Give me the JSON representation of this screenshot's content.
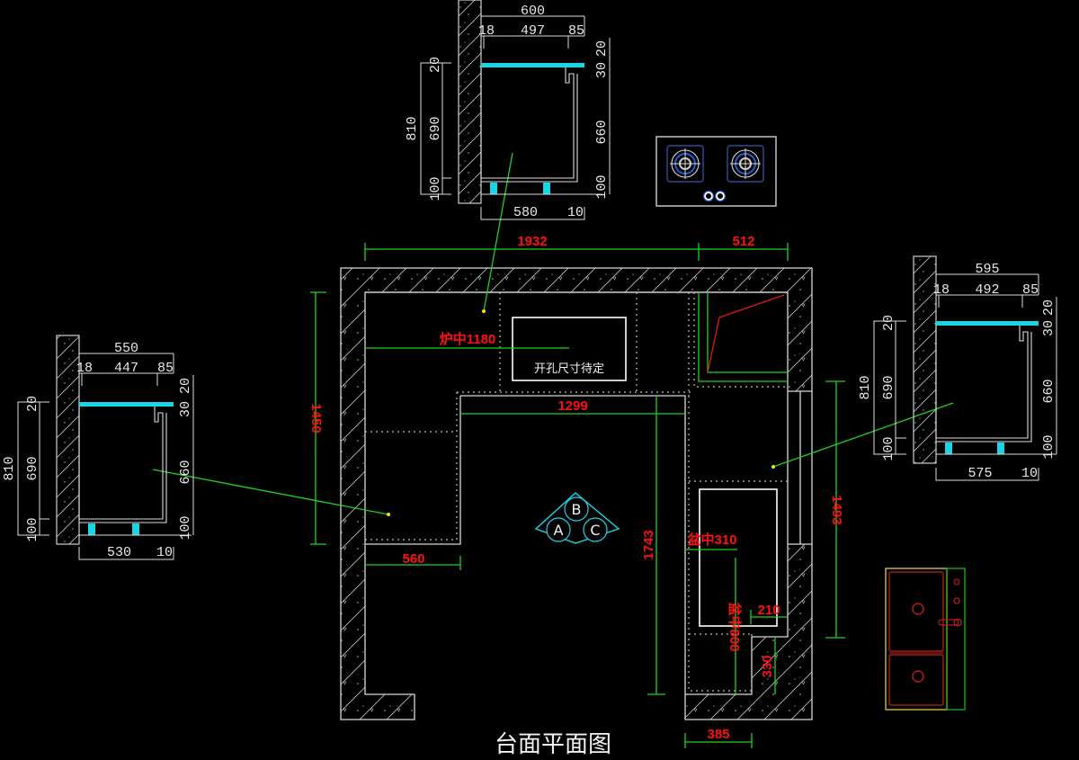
{
  "title": "台面平面图",
  "plan": {
    "dims": {
      "top_left": "1932",
      "top_right": "512",
      "left_vertical": "1450",
      "inner_width": "1299",
      "left_arm_bottom": "560",
      "middle_vertical": "1743",
      "right_vertical": "1493",
      "bottom_right": "385",
      "basin_right_offset": "210",
      "basin_bottom_offset": "330"
    },
    "stove_center_label": "炉中1180",
    "sink_center_label_h": "盆中310",
    "sink_center_label_v": "盆中800",
    "cutout_label": "开孔尺寸待定",
    "marker_labels": [
      "A",
      "B",
      "C"
    ]
  },
  "sections": {
    "top": {
      "overall_width": "600",
      "parts": [
        "18",
        "497",
        "85"
      ],
      "bottom_width": "580",
      "bottom_extra": "10",
      "left_heights": [
        "20",
        "690",
        "100"
      ],
      "left_total": "810",
      "right_heights": [
        "20",
        "30",
        "660",
        "100"
      ]
    },
    "left": {
      "overall_width": "550",
      "parts": [
        "18",
        "447",
        "85"
      ],
      "bottom_width": "530",
      "bottom_extra": "10",
      "left_heights": [
        "20",
        "690",
        "100"
      ],
      "left_total": "810",
      "right_heights": [
        "20",
        "30",
        "660",
        "100"
      ]
    },
    "right": {
      "overall_width": "595",
      "parts": [
        "18",
        "492",
        "85"
      ],
      "bottom_width": "575",
      "bottom_extra": "10",
      "left_heights": [
        "20",
        "690",
        "100"
      ],
      "left_total": "810",
      "right_heights": [
        "20",
        "30",
        "660",
        "100"
      ]
    }
  },
  "icons": {
    "hob": "gas-hob-icon",
    "sink": "double-sink-icon"
  },
  "colors": {
    "background": "#000000",
    "dimension_line": "#1fd11f",
    "dimension_text": "#ff1010",
    "countertop": "#19d6e6",
    "outline": "#d8d8d8"
  }
}
